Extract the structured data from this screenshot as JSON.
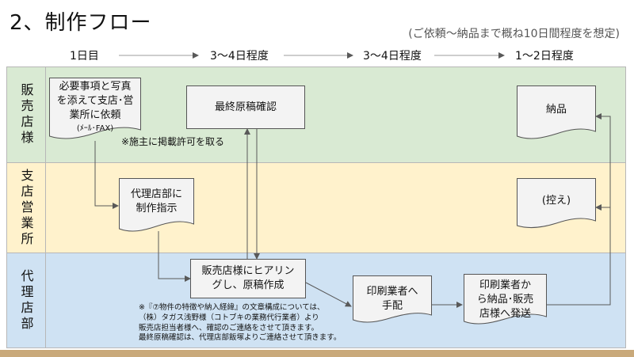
{
  "title": "2、制作フロー",
  "subtitle": "(ご依頼〜納品まで概ね10日間程度を想定)",
  "timeline": [
    {
      "label": "1日目"
    },
    {
      "label": "3〜4日程度"
    },
    {
      "label": "3〜4日程度"
    },
    {
      "label": "1〜2日程度"
    }
  ],
  "lanes": {
    "sales": "販売店様",
    "branch": "支店営業所",
    "agent": "代理店部"
  },
  "nodes": {
    "request": {
      "line1": "必要事項と写真",
      "line2": "を添えて支店･営",
      "line3": "業所に依頼",
      "line4": "(ﾒｰﾙ･FAX)"
    },
    "final_check": "最終原稿確認",
    "delivery": "納品",
    "branch_instruction": {
      "line1": "代理店部に",
      "line2": "制作指示"
    },
    "copy": "(控え)",
    "hearing": {
      "line1": "販売店様にヒアリン",
      "line2": "グし、原稿作成"
    },
    "order_printer": {
      "line1": "印刷業者へ",
      "line2": "手配"
    },
    "ship": {
      "line1": "印刷業者か",
      "line2": "ら納品･販売",
      "line3": "店様へ発送"
    }
  },
  "notes": {
    "permission": "※施主に掲載許可を取る",
    "bottom": [
      "※『⑦物件の特徴や納入経緯』の文章構成については、",
      "（株）タガス浅野様（コトブキの業務代行業者）より",
      "販売店担当者様へ、確認のご連絡をさせて頂きます。",
      "最終原稿確認は、代理店部飯塚よりご連絡させて頂きます。"
    ]
  },
  "colors": {
    "lane_sales": "#d9ead3",
    "lane_branch": "#fff2cc",
    "lane_agent": "#cfe2f3",
    "node_fill": "#f3f3f3",
    "connector": "#595959",
    "bottom_bar": "#c9a97a"
  }
}
